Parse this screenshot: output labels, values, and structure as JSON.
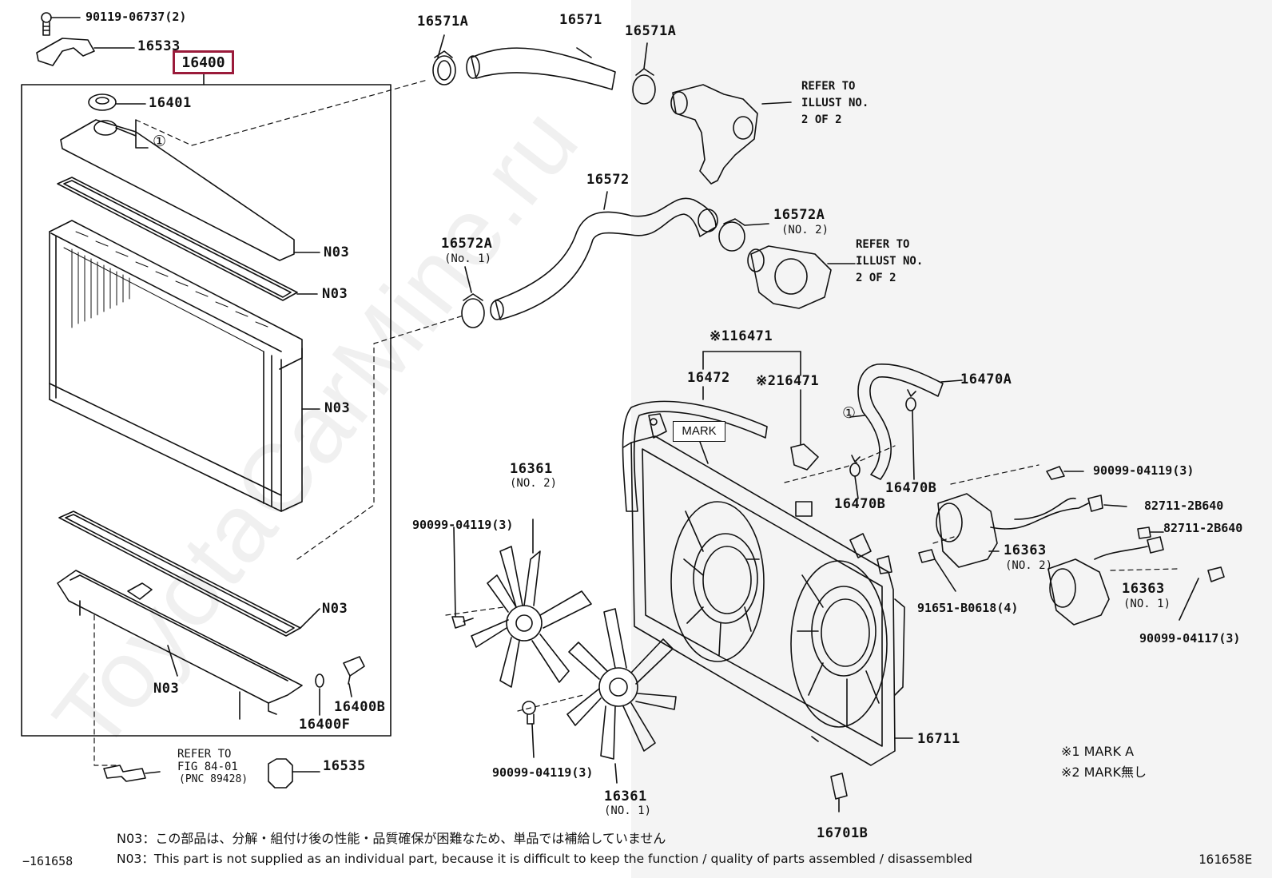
{
  "watermark": "ToyotaCarMine.ru",
  "highlighted_part": "16400",
  "parts": {
    "p90119": "90119-06737(2)",
    "p16533": "16533",
    "p16401": "16401",
    "p16571A_left": "16571A",
    "p16571": "16571",
    "p16571A_right": "16571A",
    "p16572": "16572",
    "p16572A_no2": "16572A",
    "p16572A_no2_sub": "(NO. 2)",
    "p16572A_no1": "16572A",
    "p16572A_no1_sub": "(No. 1)",
    "n03_1": "N03",
    "n03_2": "N03",
    "n03_3": "N03",
    "n03_4": "N03",
    "n03_5": "N03",
    "p16400B": "16400B",
    "p16400F": "16400F",
    "p16535": "16535",
    "p16471_a": "※116471",
    "p16472": "16472",
    "p16471_b": "※216471",
    "p16470A": "16470A",
    "p16470B_a": "16470B",
    "p16470B_b": "16470B",
    "p16361_no2": "16361",
    "p16361_no2_sub": "(NO. 2)",
    "p90099_04119_a": "90099-04119(3)",
    "p90099_04119_b": "90099-04119(3)",
    "p90099_04119_c": "90099-04119(3)",
    "p82711_a": "82711-2B640",
    "p82711_b": "82711-2B640",
    "p16363_no2": "16363",
    "p16363_no2_sub": "(NO. 2)",
    "p16363_no1": "16363",
    "p16363_no1_sub": "(NO. 1)",
    "p91651": "91651-B0618(4)",
    "p90099_04117": "90099-04117(3)",
    "p16711": "16711",
    "p16361_no1": "16361",
    "p16361_no1_sub": "(NO. 1)",
    "p16701B": "16701B",
    "mark": "MARK",
    "circle1_a": "①",
    "circle1_b": "①"
  },
  "refer_notes": {
    "top": [
      "REFER TO",
      "ILLUST NO.",
      "2 OF 2"
    ],
    "middle": [
      "REFER TO",
      "ILLUST NO.",
      "2 OF 2"
    ],
    "bottom": [
      "REFER TO",
      "FIG 84-01",
      "(PNC 89428)"
    ]
  },
  "legend": {
    "mark_a": "※1 MARK A",
    "mark_none": "※2 MARK無し"
  },
  "footnotes": {
    "jp": "N03：この部品は、分解・組付け後の性能・品質確保が困難なため、単品では補給していません",
    "en": "N03：This part is not supplied as an individual part, because it is difficult to keep the function / quality of parts assembled / disassembled"
  },
  "figure_ids": {
    "left": "−161658",
    "right": "161658E"
  }
}
